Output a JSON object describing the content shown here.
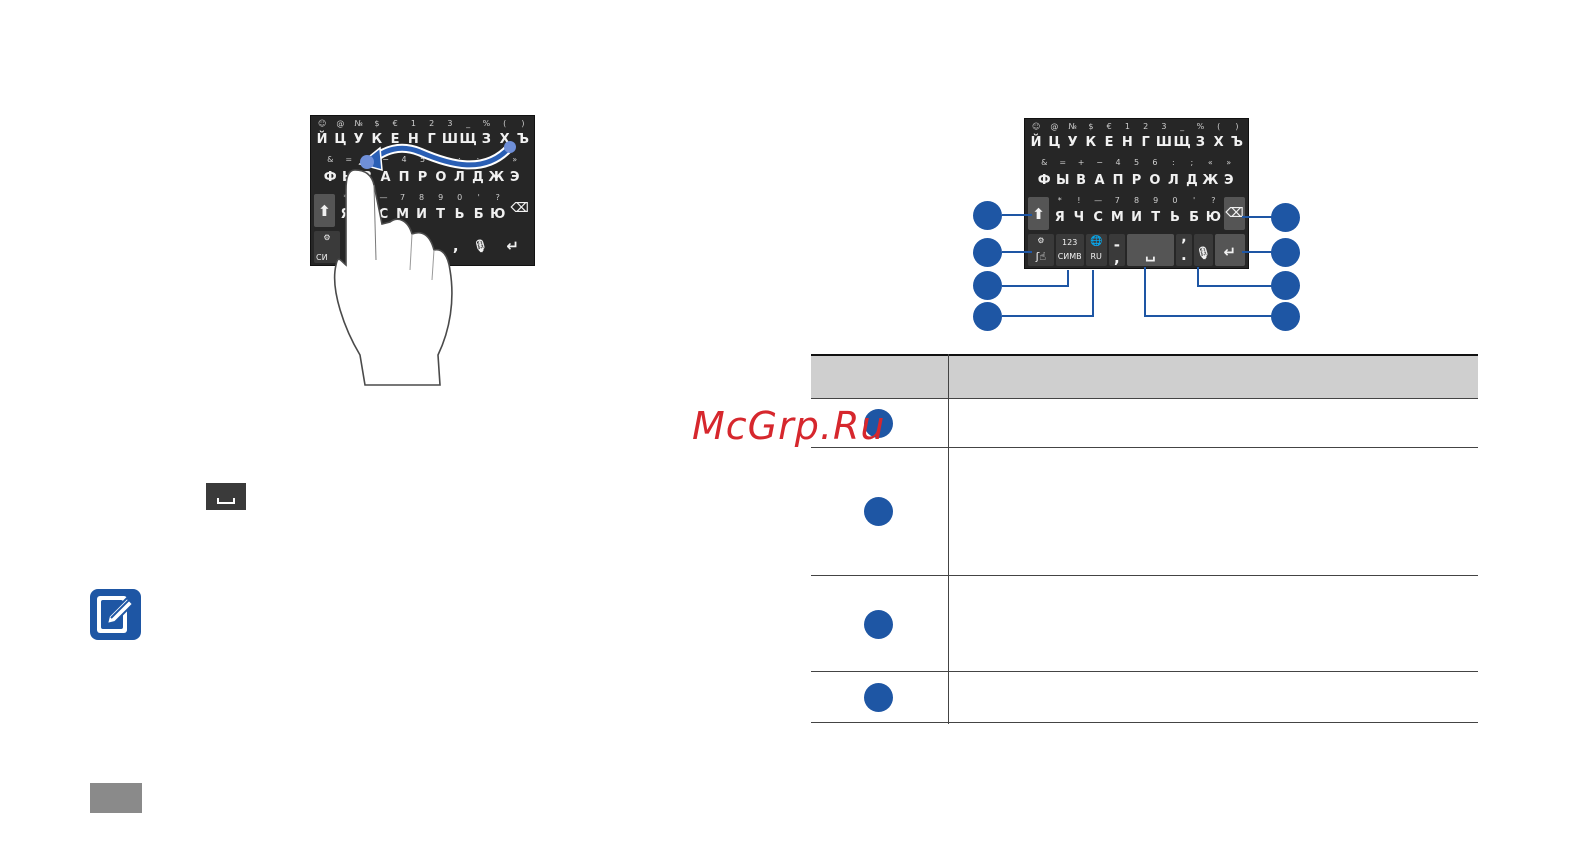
{
  "watermark": "McGrp.Ru",
  "keyboard": {
    "row1_sub": [
      "☺",
      "@",
      "№",
      "$",
      "€",
      "1",
      "2",
      "3",
      "_",
      "%",
      "(",
      ")"
    ],
    "row1_main": [
      "Й",
      "Ц",
      "У",
      "К",
      "Е",
      "Н",
      "Г",
      "Ш",
      "Щ",
      "З",
      "Х",
      "Ъ"
    ],
    "row2_sub": [
      "&",
      "=",
      "+",
      "−",
      "4",
      "5",
      "6",
      ":",
      ";",
      "«",
      "»"
    ],
    "row2_main": [
      "Ф",
      "Ы",
      "В",
      "А",
      "П",
      "Р",
      "О",
      "Л",
      "Д",
      "Ж",
      "Э"
    ],
    "row3_sub": [
      "*",
      "!",
      "—",
      "7",
      "8",
      "9",
      "0",
      "'",
      "?"
    ],
    "row3_main": [
      "Я",
      "Ч",
      "С",
      "М",
      "И",
      "Т",
      "Ь",
      "Б",
      "Ю"
    ],
    "sym_top": "123",
    "sym_bottom": "СИМВ",
    "lang": "RU",
    "left_sym_bottom": "СИ"
  }
}
